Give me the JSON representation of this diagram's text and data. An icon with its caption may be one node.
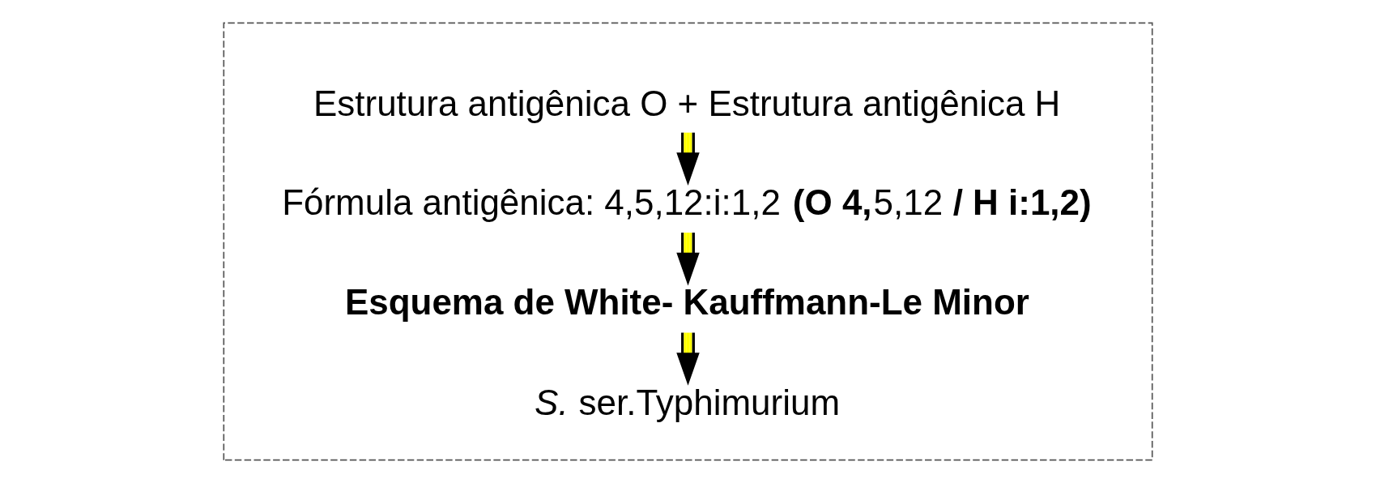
{
  "diagram": {
    "nodes": [
      {
        "text": [],
        "shape": "box"
      },
      {
        "text": [
          "Estrutura antigênica O + Estrutura antigênica H"
        ],
        "in": 0
      },
      {
        "text": [
          "Fórmula antigênica: 4,5,12:i:1,2 **(O 4,**5,12 **/ H i:1,2)**"
        ],
        "in": 0
      },
      {
        "text": [
          "Esquema de White- Kauffmann-Le Minor"
        ],
        "in": 0
      },
      {
        "text": [
          "*S.* ser.Typhimurium"
        ],
        "in": 0
      }
    ],
    "edges": [
      {
        "from": 1,
        "to": 2,
        "arrow": "to"
      },
      {
        "from": 2,
        "to": 3,
        "arrow": "to"
      },
      {
        "from": 3,
        "to": 4,
        "arrow": "to"
      }
    ]
  }
}
